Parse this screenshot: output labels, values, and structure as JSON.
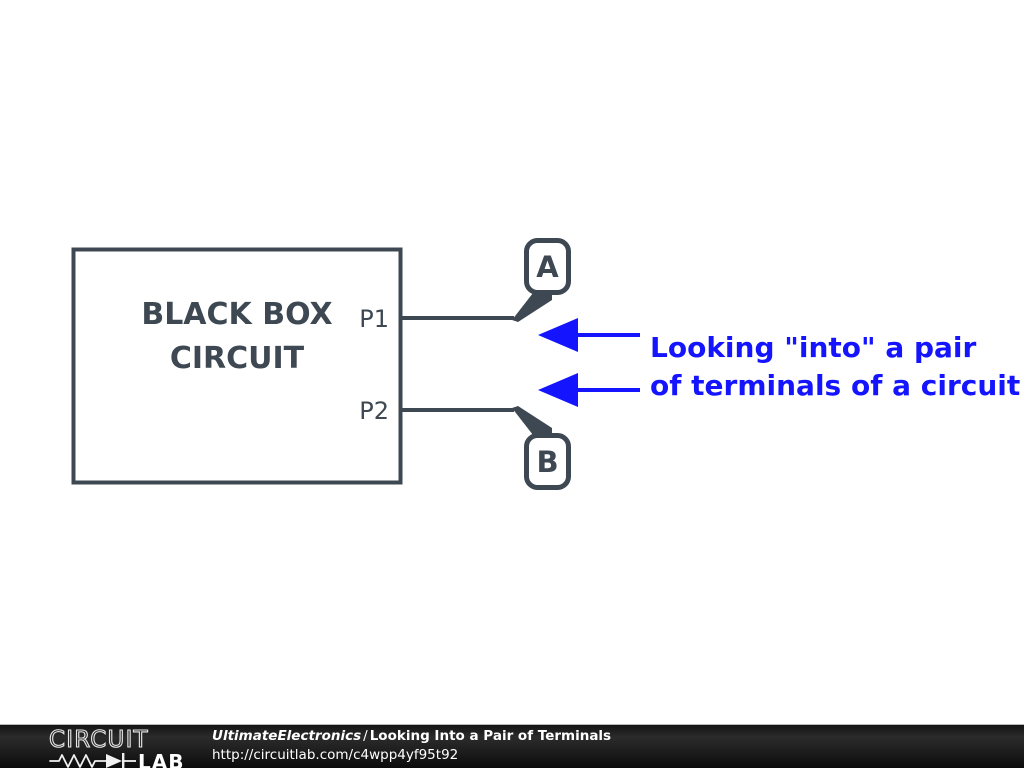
{
  "colors": {
    "ink": "#3d4852",
    "annotation": "#1414ff",
    "background": "#ffffff",
    "footer_background": "#1a1a1a",
    "footer_text": "#ffffff"
  },
  "diagram": {
    "block": {
      "label_line1": "BLACK BOX",
      "label_line2": "CIRCUIT"
    },
    "pins": [
      {
        "name": "P1",
        "terminal": "A"
      },
      {
        "name": "P2",
        "terminal": "B"
      }
    ],
    "terminals": [
      {
        "label": "A"
      },
      {
        "label": "B"
      }
    ],
    "annotation": {
      "line1": "Looking \"into\" a pair",
      "line2": "of terminals of a circuit",
      "arrow_count": 2,
      "arrow_direction": "left"
    }
  },
  "footer": {
    "logo_word1": "CIRCUIT",
    "logo_word2": "LAB",
    "site": "UltimateElectronics",
    "separator": "/",
    "title": "Looking Into a Pair of Terminals",
    "url": "http://circuitlab.com/c4wpp4yf95t92"
  }
}
